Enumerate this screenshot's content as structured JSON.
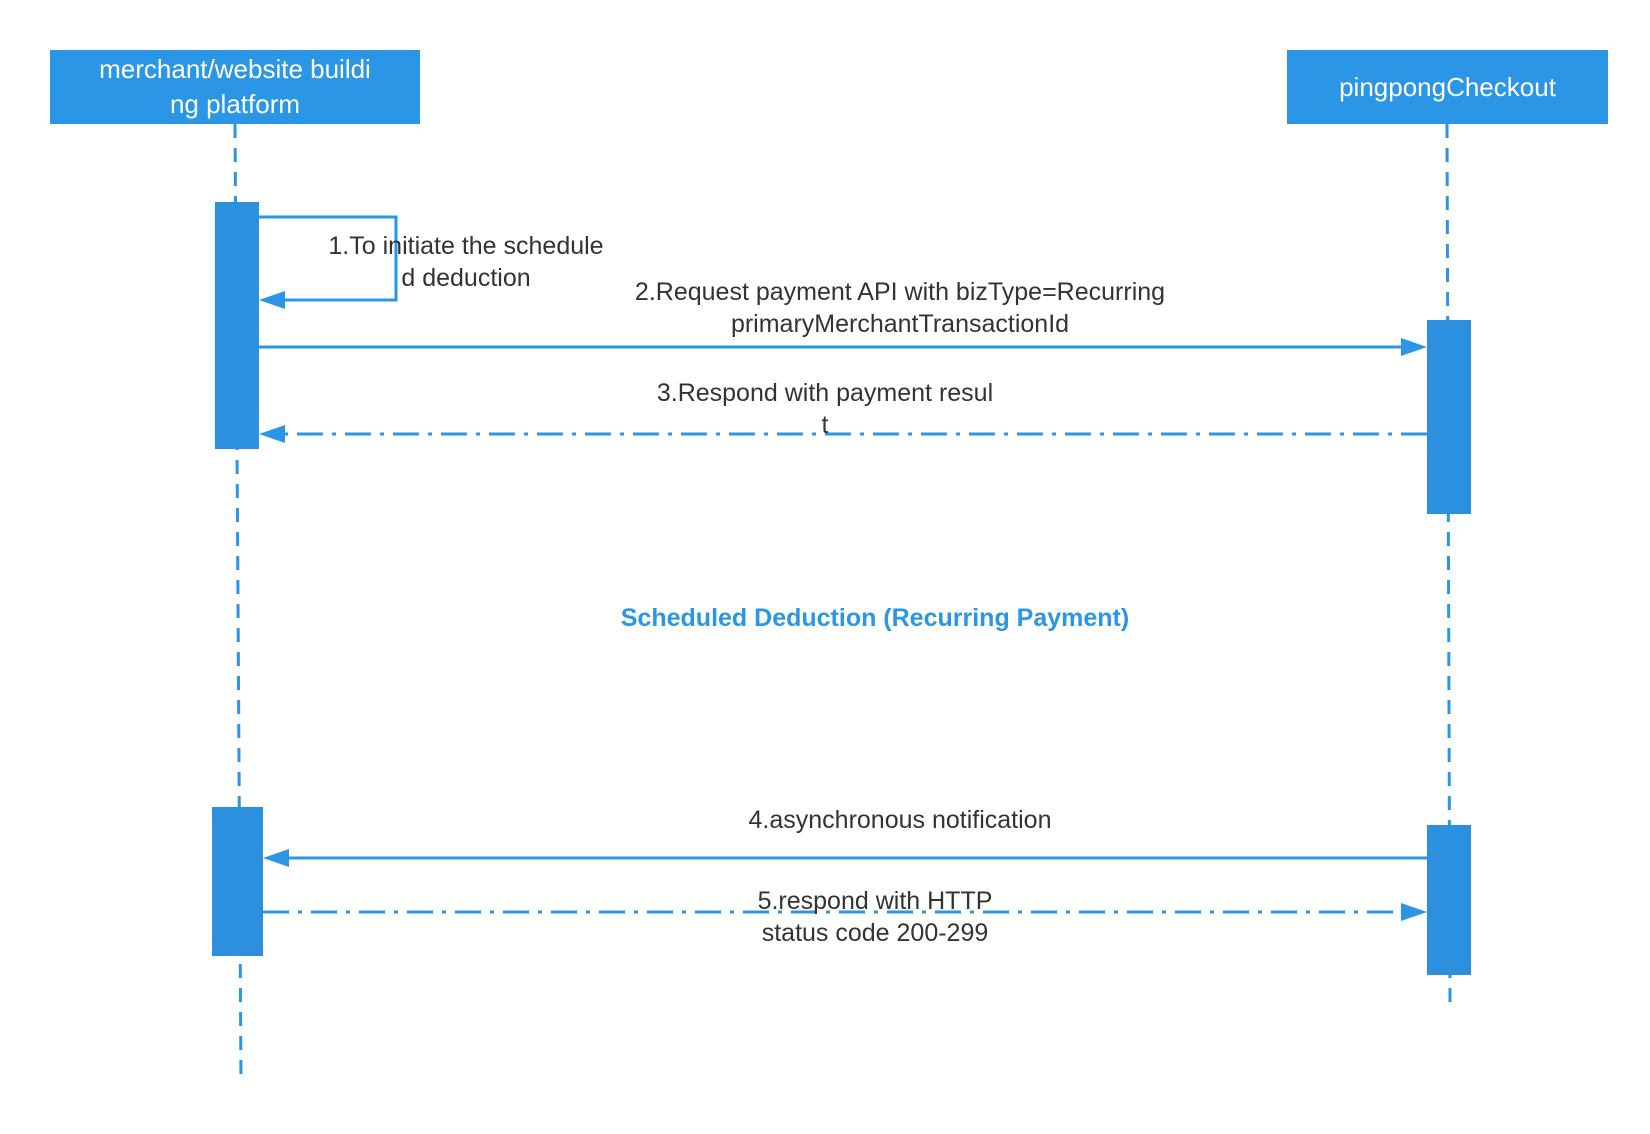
{
  "colors": {
    "primary": "#2b96e6",
    "activation": "#2d90de",
    "text": "#333333"
  },
  "actors": [
    {
      "id": "merchant",
      "label": "merchant/website buildi\nng platform"
    },
    {
      "id": "pingpong",
      "label": "pingpongCheckout"
    }
  ],
  "messages": [
    {
      "id": "m1",
      "label": "1.To initiate the schedule\nd deduction",
      "from": "merchant",
      "to": "merchant",
      "style": "solid"
    },
    {
      "id": "m2",
      "label": "2.Request payment API with bizType=Recurring\nprimaryMerchantTransactionId",
      "from": "merchant",
      "to": "pingpong",
      "style": "solid"
    },
    {
      "id": "m3",
      "label": "3.Respond with payment resul\nt",
      "from": "pingpong",
      "to": "merchant",
      "style": "dash-dot"
    },
    {
      "id": "m4",
      "label": "4.asynchronous notification",
      "from": "pingpong",
      "to": "merchant",
      "style": "solid"
    },
    {
      "id": "m5",
      "label": "5.respond with HTTP\nstatus code 200-299",
      "from": "merchant",
      "to": "pingpong",
      "style": "dash-dot"
    }
  ],
  "note": "Scheduled Deduction (Recurring Payment)"
}
